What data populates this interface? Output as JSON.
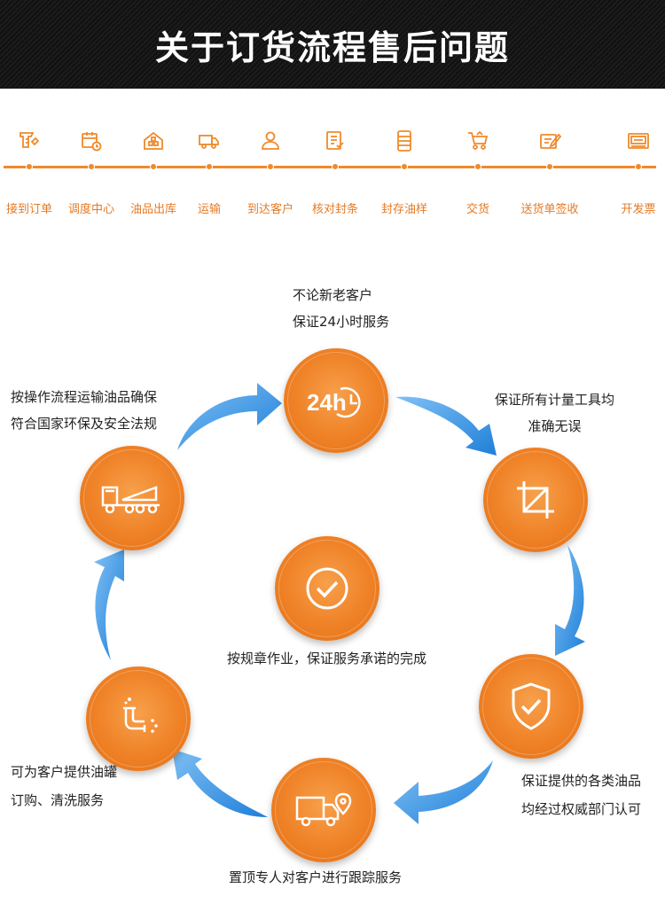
{
  "banner": {
    "title": "关于订货流程售后问题"
  },
  "timeline": {
    "steps": [
      {
        "label": "接到订单",
        "icon": "order-icon"
      },
      {
        "label": "调度中心",
        "icon": "calendar-icon"
      },
      {
        "label": "油品出库",
        "icon": "warehouse-icon"
      },
      {
        "label": "运输",
        "icon": "truck-icon"
      },
      {
        "label": "到达客户",
        "icon": "customer-icon"
      },
      {
        "label": "核对封条",
        "icon": "checklist-icon"
      },
      {
        "label": "封存油样",
        "icon": "barrel-icon"
      },
      {
        "label": "交货",
        "icon": "delivery-cart-icon"
      },
      {
        "label": "送货单签收",
        "icon": "sign-icon"
      },
      {
        "label": "开发票",
        "icon": "invoice-icon"
      }
    ]
  },
  "cycle": {
    "top": {
      "icon_text": "24h",
      "line1": "不论新老客户",
      "line2": "保证24小时服务"
    },
    "upper_right": {
      "line1": "保证所有计量工具均",
      "line2": "准确无误"
    },
    "lower_right": {
      "line1": "保证提供的各类油品",
      "line2": "均经过权威部门认可"
    },
    "bottom": {
      "line1": "置顶专人对客户进行跟踪服务"
    },
    "lower_left": {
      "line1": "可为客户提供油罐",
      "line2": "订购、清洗服务"
    },
    "upper_left": {
      "line1": "按操作流程运输油品确保",
      "line2": "符合国家环保及安全法规"
    },
    "center": {
      "line1": "按规章作业，保证服务承诺的完成"
    }
  },
  "colors": {
    "accent": "#ef8a2b",
    "arrow": "#2d8fe6",
    "banner_bg": "#151515"
  }
}
